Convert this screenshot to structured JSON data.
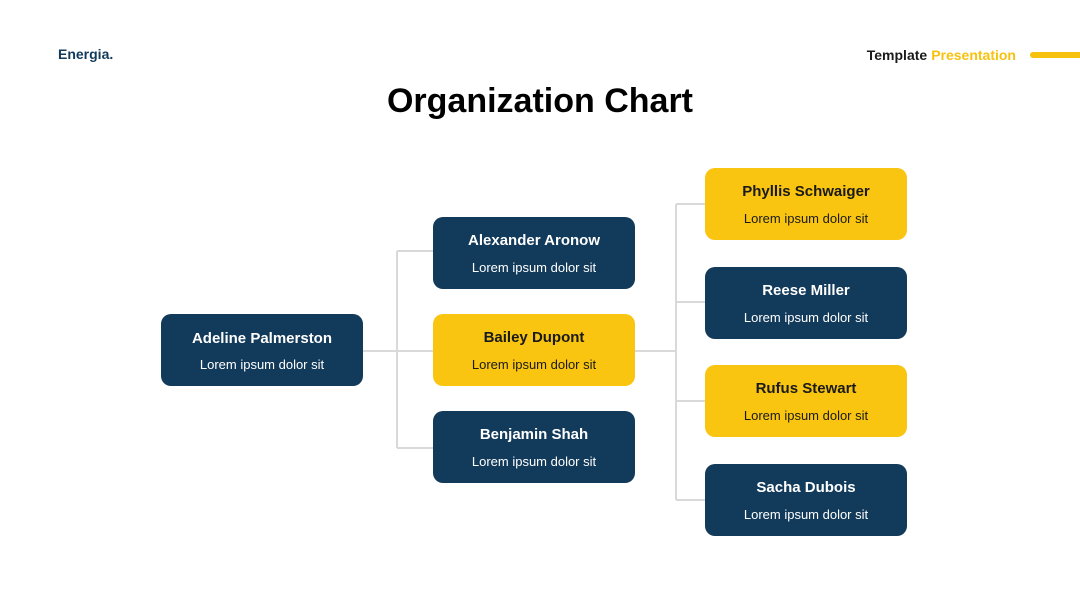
{
  "header": {
    "brand": "Energia.",
    "template_word": "Template",
    "presentation_word": "Presentation"
  },
  "title": "Organization Chart",
  "colors": {
    "dark": "#123A5A",
    "accent": "#F9C511",
    "connector": "#D9D9D9"
  },
  "nodes": {
    "root": {
      "name": "Adeline Palmerston",
      "desc": "Lorem ipsum dolor sit",
      "style": "dark"
    },
    "level1": [
      {
        "name": "Alexander Aronow",
        "desc": "Lorem ipsum dolor sit",
        "style": "dark"
      },
      {
        "name": "Bailey Dupont",
        "desc": "Lorem ipsum dolor sit",
        "style": "yellow"
      },
      {
        "name": "Benjamin Shah",
        "desc": "Lorem ipsum dolor sit",
        "style": "dark"
      }
    ],
    "level2": [
      {
        "name": "Phyllis Schwaiger",
        "desc": "Lorem ipsum dolor sit",
        "style": "yellow"
      },
      {
        "name": "Reese Miller",
        "desc": "Lorem ipsum dolor sit",
        "style": "dark"
      },
      {
        "name": "Rufus Stewart",
        "desc": "Lorem ipsum dolor sit",
        "style": "yellow"
      },
      {
        "name": "Sacha Dubois",
        "desc": "Lorem ipsum dolor sit",
        "style": "dark"
      }
    ]
  }
}
